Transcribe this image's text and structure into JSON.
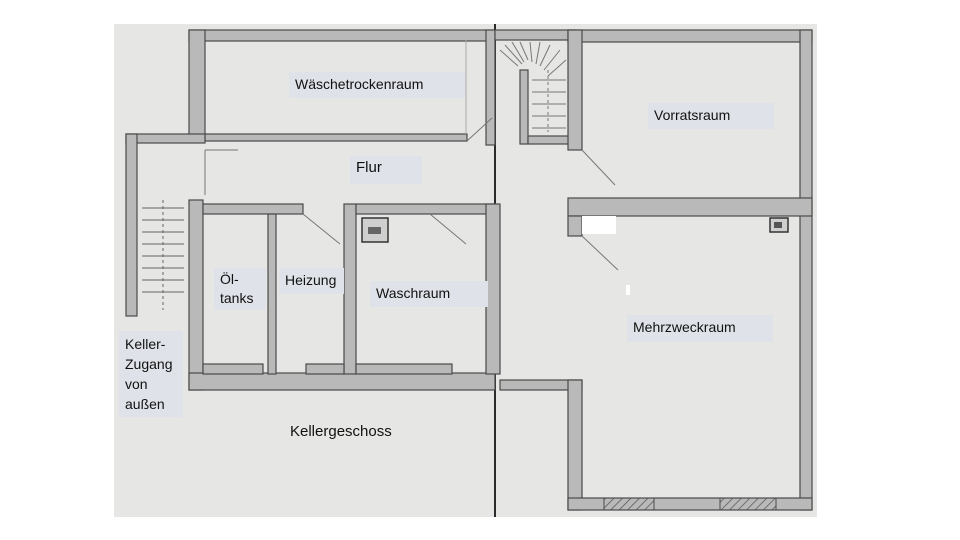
{
  "floor_plan": {
    "title": "Kellergeschoss",
    "rooms": {
      "waeschetrockenraum": "Wäschetrockenraum",
      "flur": "Flur",
      "vorratsraum": "Vorratsraum",
      "oeltanks": "Öl-\ntanks",
      "heizung": "Heizung",
      "waschraum": "Waschraum",
      "mehrzweckraum": "Mehrzweckraum",
      "kellerzugang": "Keller-\nZugang\nvon\naußen"
    }
  },
  "colors": {
    "paper": "#e6e6e4",
    "wall_fill": "#b9b9b9",
    "wall_line": "#4a4a4a",
    "label_bg": "#dfe2e8"
  }
}
